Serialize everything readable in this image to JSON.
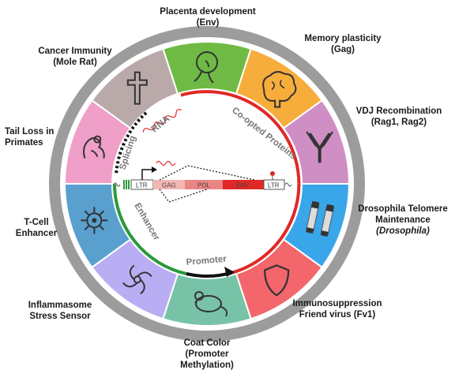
{
  "labels": {
    "placenta": [
      "Placenta development",
      "(Env)"
    ],
    "memory": [
      "Memory plasticity",
      "(Gag)"
    ],
    "vdj": [
      "VDJ Recombination",
      "(Rag1, Rag2)"
    ],
    "drosophila": [
      "Drosophila Telomere",
      "Maintenance",
      "(Drosophila)"
    ],
    "immuno": [
      "Immunosuppression",
      "Friend virus (Fv1)"
    ],
    "coat": [
      "Coat Color",
      "(Promoter",
      "Methylation)"
    ],
    "inflammasome": [
      "Inflammasome",
      "Stress Sensor"
    ],
    "tcell": [
      "T-Cell",
      "Enhancer"
    ],
    "tailloss": [
      "Tail Loss in",
      "Primates"
    ],
    "cancer": [
      "Cancer Immunity",
      "(Mole Rat)"
    ]
  },
  "arc_labels": {
    "rna": "RNA",
    "coopted": "Co-opted Proteins",
    "splicing": "Splicing",
    "enhancer": "Enhancer",
    "promoter": "Promoter"
  },
  "genome": {
    "ltr_left": "LTR",
    "gag": "GAG",
    "pol": "POL",
    "env": "ENV",
    "ltr_right": "LTR"
  },
  "segments": [
    {
      "name": "placenta",
      "icon": "placenta-icon",
      "color": "#6fba45"
    },
    {
      "name": "memory",
      "icon": "brain-icon",
      "color": "#f7ad3c"
    },
    {
      "name": "vdj",
      "icon": "antibody-icon",
      "color": "#cf8ec4"
    },
    {
      "name": "drosophila",
      "icon": "chromosome-icon",
      "color": "#39a6e9"
    },
    {
      "name": "immuno",
      "icon": "shield-icon",
      "color": "#f2666c"
    },
    {
      "name": "coat",
      "icon": "mouse-icon",
      "color": "#78c2a8"
    },
    {
      "name": "inflammasome",
      "icon": "inflammasome-icon",
      "color": "#b9aef3"
    },
    {
      "name": "tcell",
      "icon": "tcell-icon",
      "color": "#5aa0cf"
    },
    {
      "name": "tailloss",
      "icon": "primate-icon",
      "color": "#f09fc8"
    },
    {
      "name": "cancer",
      "icon": "cross-icon",
      "color": "#b9aaa9"
    }
  ],
  "colors": {
    "ring_gray": "#9c9c9c",
    "red": "#e02826",
    "green": "#2a9a3a",
    "black": "#111111"
  }
}
